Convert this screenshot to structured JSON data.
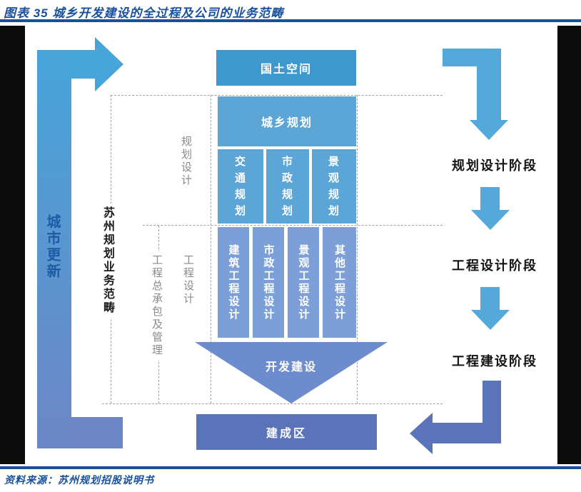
{
  "header": {
    "title": "图表  35   城乡开发建设的全过程及公司的业务范畴"
  },
  "footer": {
    "source": "资料来源：苏州规划招股说明书"
  },
  "flow": {
    "top_box": "国土空间",
    "urban_rural_planning": "城乡规划",
    "planning_subs": [
      "交通规划",
      "市政规划",
      "景观规划"
    ],
    "design_columns": [
      "建筑工程设计",
      "市政工程设计",
      "景观工程设计",
      "其他工程设计"
    ],
    "development": "开发建设",
    "built_area": "建成区"
  },
  "left": {
    "cycle_label": "城市更新",
    "scope_label": "苏州规划业务范畴",
    "epc_label": "工程总承包及管理",
    "planning_design_label": "规划设计",
    "engineering_design_label": "工程设计"
  },
  "right": {
    "stages": [
      "规划设计阶段",
      "工程设计阶段",
      "工程建设阶段"
    ]
  },
  "colors": {
    "heading_blue": "#17509e",
    "top_box_blue": "#3e98ce",
    "planning_blue": "#5ba6d7",
    "design_column_blue": "#7d9fd8",
    "funnel_blue": "#6d8ccd",
    "built_area_blue": "#5a73b9",
    "cycle_gradient_top": "#47a5da",
    "cycle_gradient_bottom": "#6d86c5",
    "stage_arrow_blue": "#54a8da"
  }
}
